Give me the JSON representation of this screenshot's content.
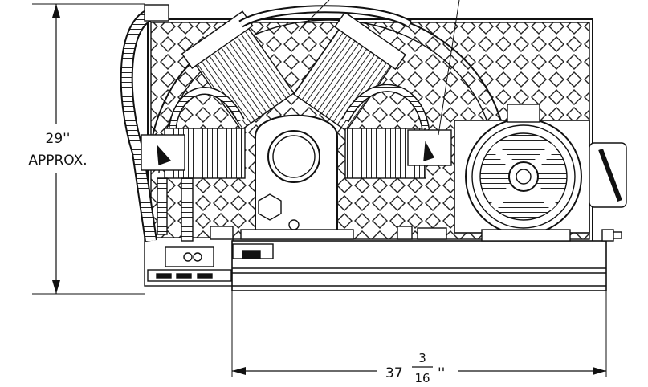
{
  "height_dimension": {
    "value": "29''",
    "note": "APPROX."
  },
  "width_dimension": {
    "whole": "37",
    "numerator": "3",
    "denominator": "16",
    "unit": "''"
  },
  "colors": {
    "line": "#111111",
    "background": "#ffffff"
  },
  "icons": [
    "air-compressor-drawing",
    "dimension-arrow"
  ]
}
